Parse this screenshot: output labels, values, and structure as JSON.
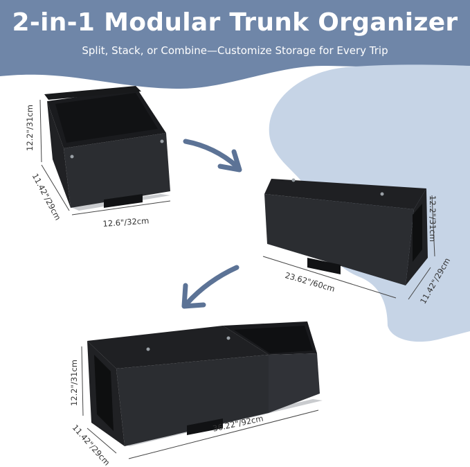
{
  "header": {
    "title": "2-in-1 Modular Trunk Organizer",
    "subtitle": "Split, Stack, or Combine—Customize Storage for Every Trip"
  },
  "colors": {
    "header_bg": "#6f86a8",
    "blob_bg": "#c6d4e6",
    "arrow": "#5c7396",
    "box_body": "#2b2d31",
    "box_dark": "#1c1d20",
    "rail": "#c9cbce"
  },
  "products": {
    "small": {
      "height": "12.2\"/31cm",
      "depth": "11.42\"/29cm",
      "width": "12.6\"/32cm"
    },
    "medium": {
      "height": "12.2\"/31cm",
      "depth": "11.42\"/29cm",
      "width": "23.62\"/60cm"
    },
    "large": {
      "height": "12.2\"/31cm",
      "depth": "11.42\"/29cm",
      "width": "36.22\"/92cm"
    }
  }
}
